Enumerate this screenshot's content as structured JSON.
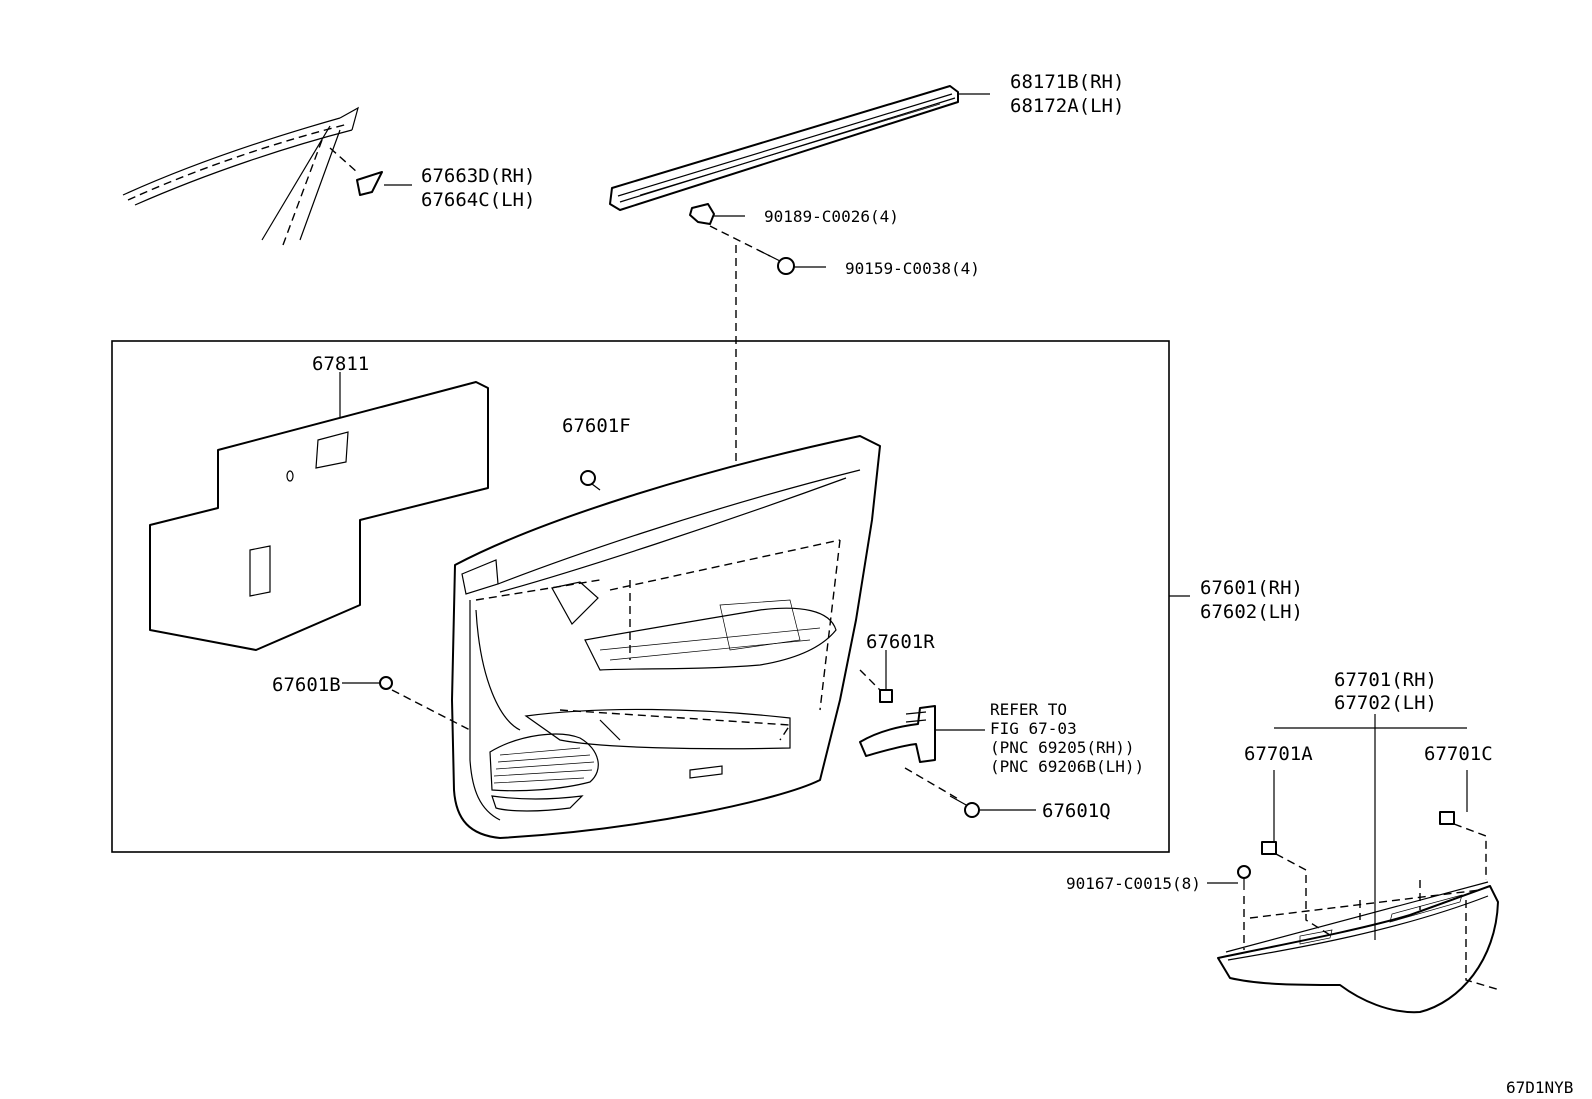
{
  "labels": {
    "p68171b": "68171B(RH)",
    "p68172a": "68172A(LH)",
    "p67663d": "67663D(RH)",
    "p67664c": "67664C(LH)",
    "p90189": "90189-C0026(4)",
    "p90159": "90159-C0038(4)",
    "p67811": "67811",
    "p67601f": "67601F",
    "p67601rh": "67601(RH)",
    "p67602lh": "67602(LH)",
    "p67601r": "67601R",
    "p67601b": "67601B",
    "refer1": "REFER TO",
    "refer2": "FIG 67-03",
    "refer3": "(PNC 69205(RH))",
    "refer4": "(PNC 69206B(LH))",
    "p67601q": "67601Q",
    "p67701rh": "67701(RH)",
    "p67702lh": "67702(LH)",
    "p67701a": "67701A",
    "p67701c": "67701C",
    "p90167": "90167-C0015(8)",
    "figure_code": "67D1NYB"
  }
}
